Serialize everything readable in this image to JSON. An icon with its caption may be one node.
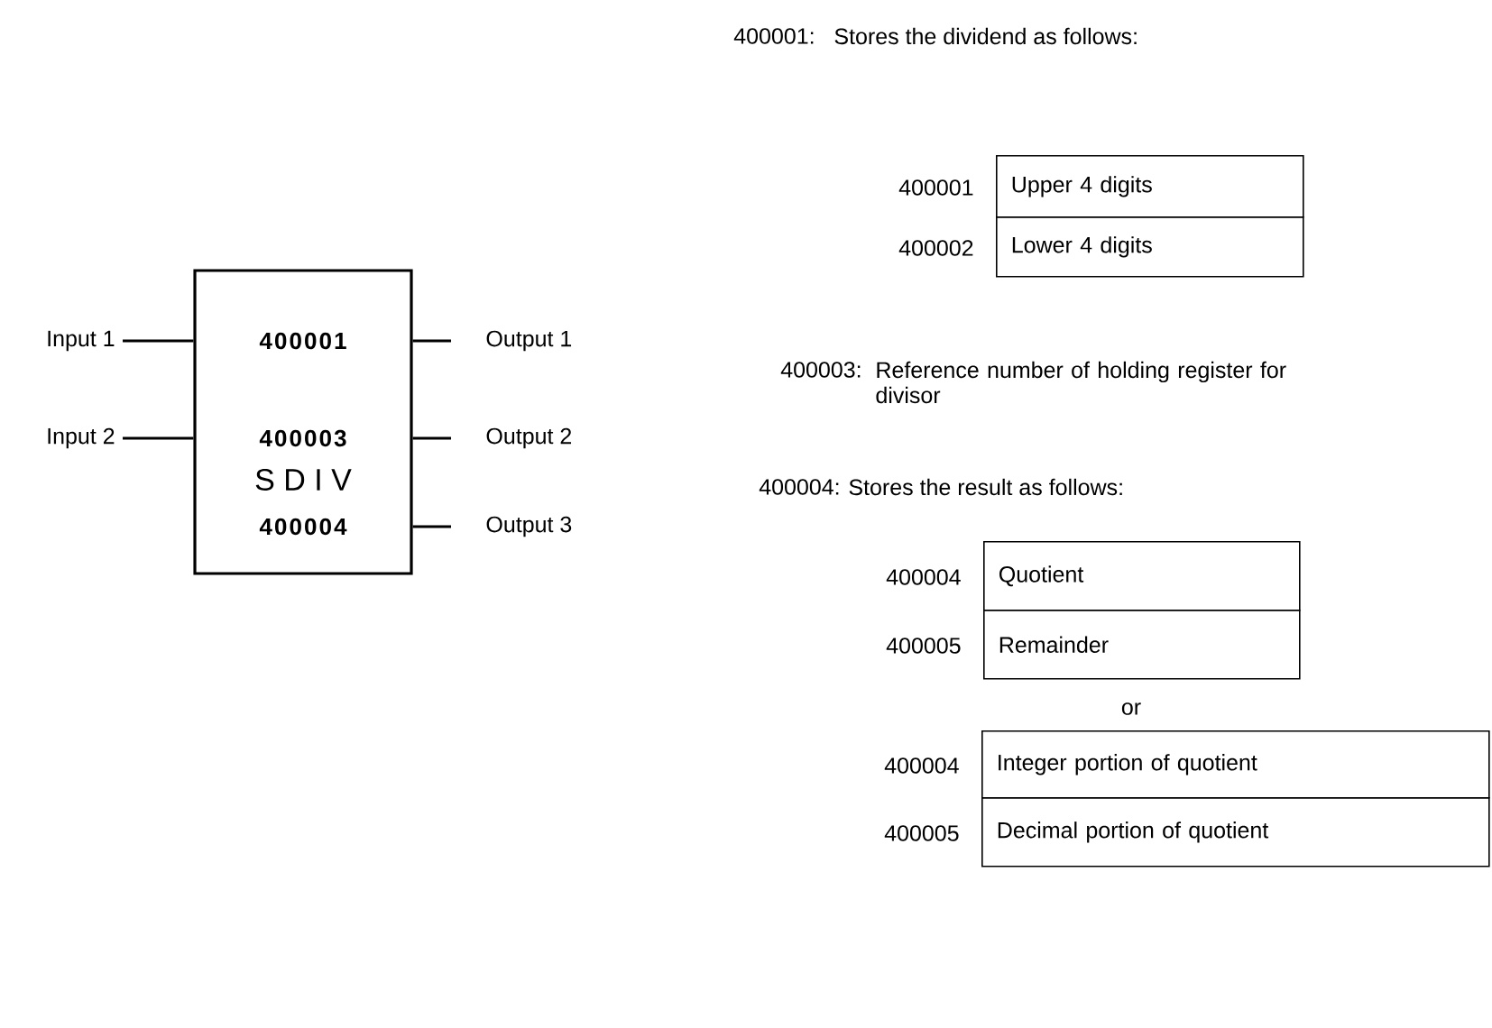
{
  "diagram": {
    "nodes": [
      {
        "text": [
          "400001",
          "400003",
          "S D I V",
          "400004"
        ]
      },
      {
        "text": [
          "Input 1"
        ]
      },
      {
        "text": [
          "Input 2"
        ]
      },
      {
        "text": [
          "Output 1"
        ]
      },
      {
        "text": [
          "Output 2"
        ]
      },
      {
        "text": [
          "Output 3"
        ]
      },
      {
        "text": [
          "Upper 4 digits"
        ],
        "beside": [
          "400001"
        ]
      },
      {
        "text": [
          "Lower 4 digits"
        ],
        "beside": [
          "400002"
        ]
      },
      {
        "text": [
          "Quotient"
        ],
        "beside": [
          "400004"
        ]
      },
      {
        "text": [
          "Remainder"
        ],
        "beside": [
          "400005"
        ]
      },
      {
        "text": [
          "Integer portion of quotient"
        ],
        "beside": [
          "400004"
        ]
      },
      {
        "text": [
          "Decimal portion of quotient"
        ],
        "beside": [
          "400005"
        ]
      }
    ],
    "edges": [
      {
        "from": 1,
        "to": 0,
        "arrow": "none"
      },
      {
        "from": 2,
        "to": 0,
        "arrow": "none"
      },
      {
        "from": 0,
        "to": 3,
        "arrow": "none"
      },
      {
        "from": 0,
        "to": 4,
        "arrow": "none"
      },
      {
        "from": 0,
        "to": 5,
        "arrow": "none"
      }
    ],
    "labels": [
      "400001:",
      "Stores the dividend as follows:",
      "400003:",
      "Reference number of holding register for divisor",
      "400004:",
      "Stores the result as follows:",
      "or"
    ]
  }
}
